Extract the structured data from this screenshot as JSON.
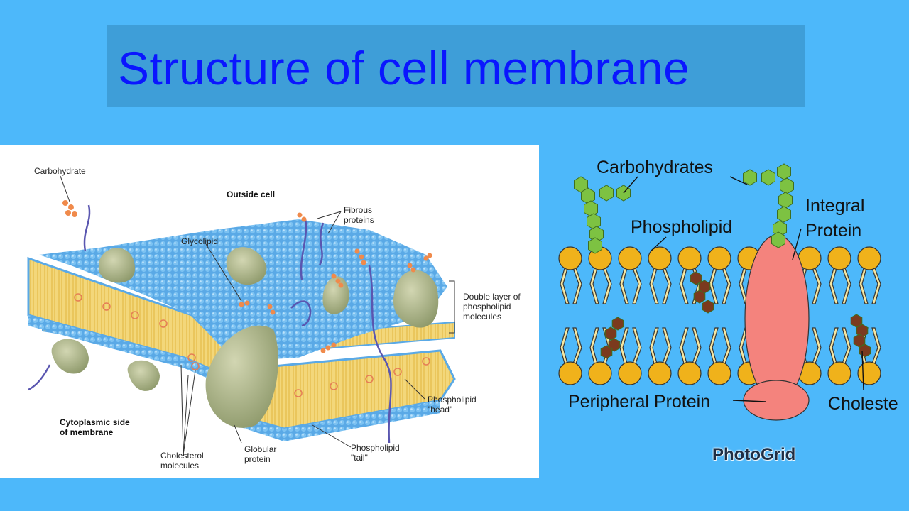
{
  "title": "Structure of cell membrane",
  "left_diagram": {
    "labels": {
      "carbohydrate": "Carbohydrate",
      "outside_cell": "Outside cell",
      "fibrous_proteins": [
        "Fibrous",
        "proteins"
      ],
      "glycolipid": "Glycolipid",
      "double_layer": [
        "Double layer of",
        "phospholipid",
        "molecules"
      ],
      "phospholipid_head": [
        "Phospholipid",
        "\"head\""
      ],
      "phospholipid_tail": [
        "Phospholipid",
        "\"tail\""
      ],
      "globular_protein": [
        "Globular",
        "protein"
      ],
      "cholesterol": [
        "Cholesterol",
        "molecules"
      ],
      "cytoplasmic_side": [
        "Cytoplasmic side",
        "of membrane"
      ]
    }
  },
  "right_diagram": {
    "labels": {
      "carbohydrates": "Carbohydrates",
      "integral_protein": [
        "Integral",
        "Protein"
      ],
      "phospholipid": "Phospholipid",
      "peripheral_protein": "Peripheral Protein",
      "cholesterol": "Choleste"
    },
    "colors": {
      "phospholipid_head": "#f0b21b",
      "phospholipid_tail": "#f6e6a0",
      "carbohydrate": "#7dc242",
      "protein": "#f4837d",
      "cholesterol": "#7b3a1e"
    }
  },
  "watermark": "PhotoGrid"
}
